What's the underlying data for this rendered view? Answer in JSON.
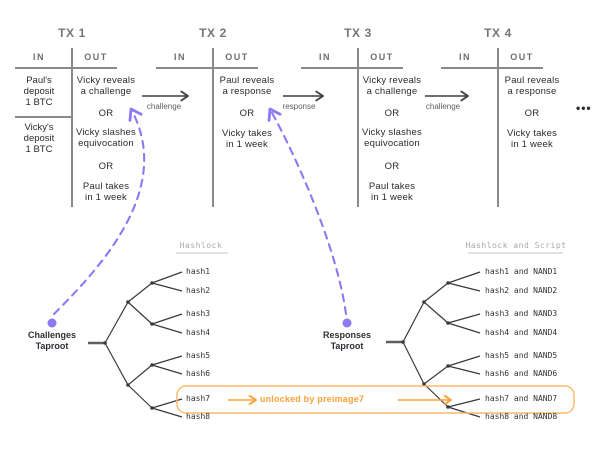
{
  "diagram": {
    "transactions": [
      {
        "title": "TX 1",
        "in_label": "IN",
        "out_label": "OUT",
        "inputs": [
          "Paul's\ndeposit\n1 BTC",
          "Vicky's\ndeposit\n1 BTC"
        ],
        "outputs": [
          "Vicky reveals\na challenge",
          "OR",
          "Vicky slashes\nequivocation",
          "OR",
          "Paul takes\nin 1 week"
        ]
      },
      {
        "title": "TX 2",
        "in_label": "IN",
        "out_label": "OUT",
        "inputs": [],
        "outputs": [
          "Paul reveals\na response",
          "OR",
          "Vicky takes\nin 1 week"
        ]
      },
      {
        "title": "TX 3",
        "in_label": "IN",
        "out_label": "OUT",
        "inputs": [],
        "outputs": [
          "Vicky reveals\na challenge",
          "OR",
          "Vicky slashes\nequivocation",
          "OR",
          "Paul takes\nin 1 week"
        ]
      },
      {
        "title": "TX 4",
        "in_label": "IN",
        "out_label": "OUT",
        "inputs": [],
        "outputs": [
          "Paul reveals\na response",
          "OR",
          "Vicky takes\nin 1 week"
        ]
      }
    ],
    "tx_arrows": [
      "challenge",
      "response",
      "challenge"
    ],
    "ellipsis": "•••",
    "trees": [
      {
        "header": "Hashlock",
        "root_label": "Challenges\nTaproot",
        "leaves": [
          "hash1",
          "hash2",
          "hash3",
          "hash4",
          "hash5",
          "hash6",
          "hash7",
          "hash8"
        ]
      },
      {
        "header": "Hashlock and Script",
        "root_label": "Responses\nTaproot",
        "leaves": [
          "hash1 and NAND1",
          "hash2 and NAND2",
          "hash3 and NAND3",
          "hash4 and NAND4",
          "hash5 and NAND5",
          "hash6 and NAND6",
          "hash7 and NAND7",
          "hash8 and NAND8"
        ]
      }
    ],
    "highlight_label": "unlocked by preimage7",
    "colors": {
      "purple": "#8b7af3",
      "orange": "#f9a13a",
      "orange_border": "#f8bc6c",
      "table_line": "#8a8a8a",
      "tree_line": "#3a3a3a",
      "muted_text": "#a8a8a8"
    }
  }
}
